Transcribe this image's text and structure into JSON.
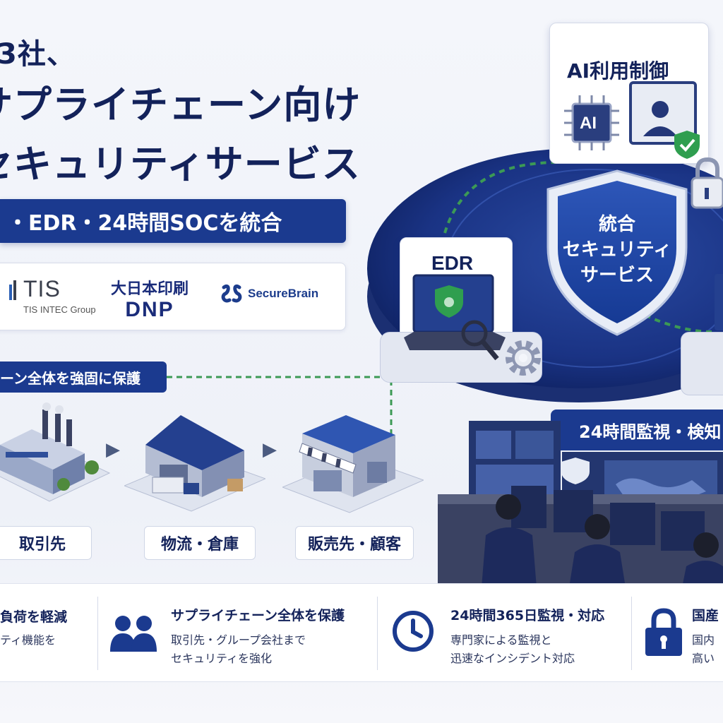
{
  "title": {
    "line0": "3社、",
    "line1": "サプライチェーン向け",
    "line2": "セキュリティサービス",
    "tagline": "・EDR・24時間SOCを統合"
  },
  "logos": {
    "tis_name": "TIS",
    "tis_sub": "TIS INTEC Group",
    "dnp_jp": "大日本印刷",
    "dnp_en": "DNP",
    "securebrain": "SecureBrain"
  },
  "chain": {
    "banner": "ーン全体を強固に保護",
    "stages": [
      "取引先",
      "物流・倉庫",
      "販売先・顧客"
    ]
  },
  "illustration": {
    "ai_card_title": "AI利用制御",
    "ai_chip_label": "AI",
    "edr_card_title": "EDR",
    "shield_lines": [
      "統合",
      "セキュリティ",
      "サービス"
    ],
    "soc_banner": "24時間監視・検知"
  },
  "features": [
    {
      "title": "負荷を軽減",
      "lines": [
        "ティ機能を"
      ],
      "icon": "workload-icon"
    },
    {
      "title": "サプライチェーン全体を保護",
      "lines": [
        "取引先・グループ会社まで",
        "セキュリティを強化"
      ],
      "icon": "people-icon"
    },
    {
      "title": "24時間365日監視・対応",
      "lines": [
        "専門家による監視と",
        "迅速なインシデント対応"
      ],
      "icon": "clock-icon"
    },
    {
      "title": "国産",
      "lines": [
        "国内",
        "高い"
      ],
      "icon": "lock-icon"
    }
  ],
  "colors": {
    "navy": "#1b3a8f",
    "dark_navy": "#13225a",
    "green_check": "#2f9e4f"
  }
}
